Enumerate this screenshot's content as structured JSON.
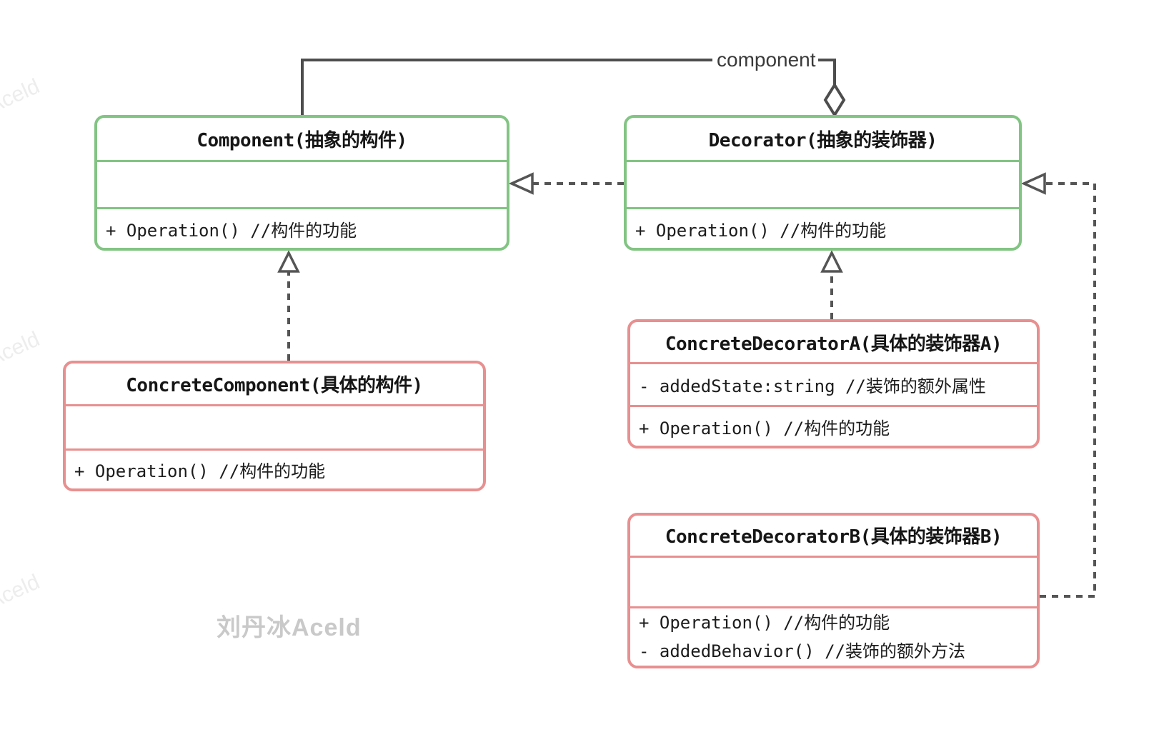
{
  "diagram": {
    "connector_label": "component",
    "watermark_signature": "刘丹冰Aceld",
    "watermark_tile": "Aceld"
  },
  "colors": {
    "abstract_class_border": "#82c483",
    "concrete_class_border": "#e88f8f",
    "connector_line": "#4d4d4d",
    "dashed_line": "#555555",
    "text": "#1c1c1c",
    "watermark": "#c9c9c9"
  },
  "classes": {
    "component": {
      "title": "Component(抽象的构件)",
      "methods": [
        "+ Operation() //构件的功能"
      ]
    },
    "decorator": {
      "title": "Decorator(抽象的装饰器)",
      "methods": [
        "+ Operation() //构件的功能"
      ]
    },
    "concrete_component": {
      "title": "ConcreteComponent(具体的构件)",
      "methods": [
        "+ Operation() //构件的功能"
      ]
    },
    "concrete_decorator_a": {
      "title": "ConcreteDecoratorA(具体的装饰器A)",
      "attribute": "- addedState:string //装饰的额外属性",
      "methods": [
        "+ Operation() //构件的功能"
      ]
    },
    "concrete_decorator_b": {
      "title": "ConcreteDecoratorB(具体的装饰器B)",
      "methods": [
        "+ Operation() //构件的功能",
        "- addedBehavior() //装饰的额外方法"
      ]
    }
  }
}
